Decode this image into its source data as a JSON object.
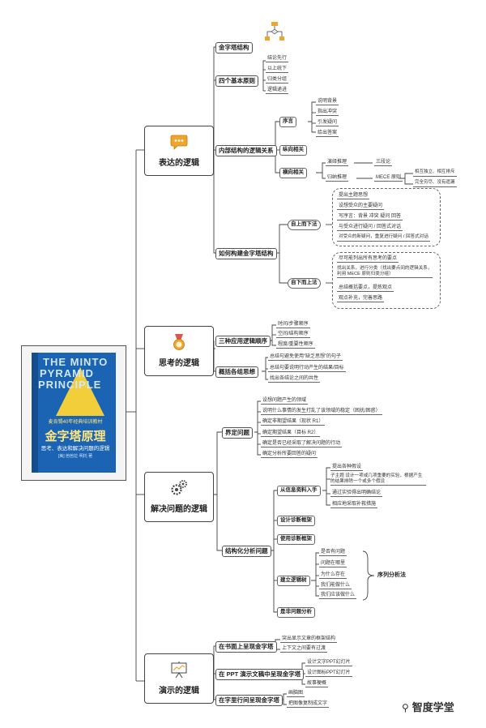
{
  "root": {
    "cover_title": "THE MINTO PYRAMID PRINCIPLE",
    "cover_title_lines": [
      "THE MINTO",
      "PYRAMID",
      "PRINCIPLE"
    ],
    "cover_tagline": "麦肯锡40年经典培训教材",
    "cover_cn_title": "金字塔原理",
    "cover_cn_subtitle": "思考、表达和解决问题的逻辑",
    "cover_author": "[美] 芭芭拉·明托 著"
  },
  "sections": {
    "expression": {
      "label": "表达的逻辑",
      "icon": "speech-bubble-icon",
      "children": {
        "pyramid_structure": "金字塔结构",
        "four_principles": {
          "label": "四个基本原则",
          "items": [
            "结论先行",
            "以上统下",
            "归类分组",
            "逻辑递进"
          ]
        },
        "internal_structure": {
          "label": "内部结构的逻辑关系",
          "preface": {
            "label": "序言",
            "items": [
              "说明背景",
              "指出冲突",
              "引发疑问",
              "给出答案"
            ]
          },
          "vertical": "纵向相关",
          "horizontal": {
            "label": "横向相关",
            "deductive": "演绎推理",
            "deductive_leaf": "三段论",
            "inductive": "归纳推理",
            "mece": "MECE 原则",
            "mece_items": [
              "相互独立、相互排斥",
              "完全穷尽、没有遗漏"
            ]
          }
        },
        "build_pyramid": {
          "label": "如何构建金字塔结构",
          "top_down": {
            "label": "自上而下法",
            "items": [
              "提出主题思想",
              "设想受众的主要疑问",
              "写序言：背景 冲突 疑问 回答",
              "与受众进行疑问 / 回答式对话",
              "对受众的新疑问，重复进行疑问 / 回答式对话"
            ]
          },
          "bottom_up": {
            "label": "自下而上法",
            "items": [
              "尽可能列出所有思考的要点",
              "找出关系，进行分类（找出要点间的逻辑关系，利用 MECE 原则归类分组）",
              "总结概括要点，提炼观点",
              "观点补充，完善思路"
            ]
          }
        }
      }
    },
    "thinking": {
      "label": "思考的逻辑",
      "icon": "medal-icon",
      "children": {
        "three_orders": {
          "label": "三种应用逻辑顺序",
          "items": [
            "时间/步骤顺序",
            "空间/结构顺序",
            "程度/重要性顺序"
          ]
        },
        "summarize": {
          "label": "概括各组思想",
          "items": [
            "总结句避免使用“缺乏思想”的句子",
            "总结句要说明行动产生的结果/目标",
            "找出各结论之间的共性"
          ]
        }
      }
    },
    "problem": {
      "label": "解决问题的逻辑",
      "icon": "gears-icon",
      "children": {
        "define": {
          "label": "界定问题",
          "items": [
            "设想问题产生的领域",
            "说明什么事情的发生打乱了该领域的稳定（困扰/困惑）",
            "确定非期望结果（现状 R1）",
            "确定期望结果（目标 R2）",
            "确定是否已经采取了解决问题的行动",
            "确定分析所要回答的疑问"
          ]
        },
        "structured": {
          "label": "结构化分析问题",
          "from_info": {
            "label": "从信息资料入手",
            "items": [
              "提出各种假设",
              "子主题 设计一项或几项重要的实验，根据产生的结果排除一个或多个假设",
              "通过实验得出明确结论",
              "相应地采取补救措施"
            ]
          },
          "design_frame": "设计诊断框架",
          "use_frame": "使用诊断框架",
          "logic_tree": {
            "label": "建立逻辑树",
            "items": [
              "是否有问题",
              "问题在哪里",
              "为什么存在",
              "我们能做什么",
              "我们应该做什么"
            ],
            "bracket_label": "序列分析法"
          },
          "yes_no": "是非问题分析"
        }
      }
    },
    "presentation": {
      "label": "演示的逻辑",
      "icon": "presentation-board-icon",
      "children": {
        "in_book": {
          "label": "在书面上呈现金字塔",
          "items": [
            "突出显示文章的框架结构",
            "上下文之间要有过渡"
          ]
        },
        "in_ppt": {
          "label": "在 PPT 演示文稿中呈现金字塔",
          "items": [
            "设计文字PPT幻灯片",
            "设计图标PPT幻灯片",
            "故事梗概"
          ]
        },
        "in_lines": {
          "label": "在字里行间呈现金字塔",
          "items": [
            "画脑图",
            "把图像复制成文字"
          ]
        }
      }
    }
  },
  "watermark": "智度学堂",
  "colors": {
    "line": "#444444",
    "cover_blue": "#1b63b3",
    "cover_gold": "#f2cf3a",
    "speech_orange": "#f0a42a"
  }
}
